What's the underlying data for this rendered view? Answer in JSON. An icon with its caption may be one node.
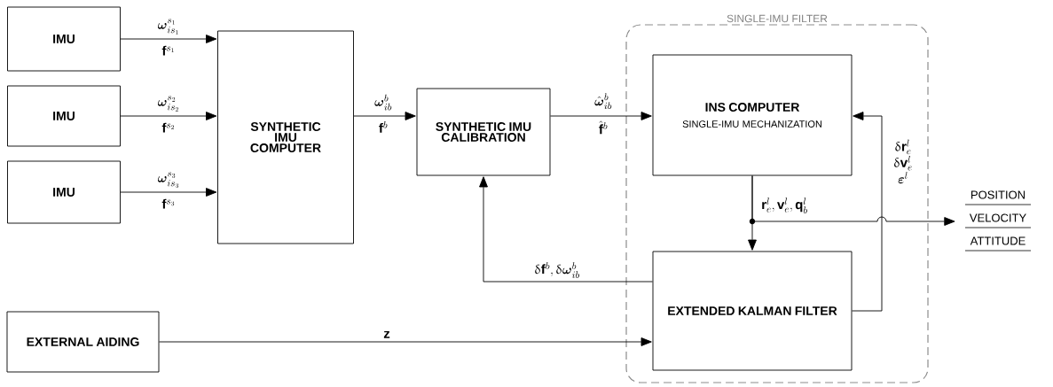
{
  "diagram": {
    "nodes": [
      {
        "text": [
          "IMU"
        ]
      },
      {
        "text": [
          "IMU"
        ]
      },
      {
        "text": [
          "IMU"
        ]
      },
      {
        "text": [
          "SYNTHETIC IMU COMPUTER"
        ]
      },
      {
        "text": [
          "SYNTHETIC IMU CALIBRATION"
        ]
      },
      {
        "text": [
          "SINGLE-IMU FILTER"
        ]
      },
      {
        "text": [
          "INS COMPUTER",
          "SINGLE-IMU MECHANIZATION"
        ],
        "in": 5
      },
      {
        "text": [
          "EXTENDED KALMAN FILTER"
        ],
        "in": 5
      },
      {
        "text": [
          "EXTERNAL AIDING"
        ]
      },
      {
        "text": [
          "POSITION VELOCITY ATTITUDE"
        ]
      }
    ],
    "edges": [
      {
        "from": 0,
        "to": 3,
        "arrow": "to",
        "label": "\\begin{array}{c}\\boldsymbol{\\omega}_{is_1}^{s_1}\\\\[12pt]\\mathbf{f}^{s_1}\\end{array}"
      },
      {
        "from": 1,
        "to": 3,
        "arrow": "to",
        "label": "\\begin{array}{c}\\boldsymbol{\\omega}_{is_2}^{s_2}\\\\[12pt]\\mathbf{f}^{s_2}\\end{array}"
      },
      {
        "from": 2,
        "to": 3,
        "arrow": "to",
        "label": "\\begin{array}{c}\\boldsymbol{\\omega}_{is_3}^{s_3}\\\\[12pt]\\mathbf{f}^{s_3}\\end{array}"
      },
      {
        "from": 3,
        "to": 4,
        "arrow": "to",
        "label": "\\begin{array}{c}\\boldsymbol{\\omega}_{ib}^{b}\\\\[12pt]\\mathbf{f}^{b}\\end{array}"
      },
      {
        "from": 4,
        "to": 6,
        "arrow": "to",
        "label": "\\begin{array}{c}\\hat{\\boldsymbol{\\omega}}_{ib}^{b}\\\\[12pt]\\hat{\\mathbf{f}}^{b}\\end{array}"
      },
      {
        "from": 6,
        "to": 7,
        "arrow": "to",
        "label": "\\mathbf{r}_e^l,\\mathbf{v}_e^l,\\mathbf{q}_b^l"
      },
      {
        "from": 6,
        "to": 9,
        "arrow": "to"
      },
      {
        "from": 7,
        "to": 4,
        "arrow": "to",
        "label": "\\updelta\\mathbf{f}^b,\\updelta\\boldsymbol{\\omega}_{ib}^b"
      },
      {
        "from": 7,
        "to": 6,
        "arrow": "to",
        "label": "\\begin{array}{c}\\updelta\\mathbf{r}_e^l\\\\\\updelta\\mathbf{v}_e^l\\\\\\boldsymbol{\\varepsilon}^l\\end{array}"
      },
      {
        "from": 8,
        "to": 7,
        "arrow": "to",
        "label": "\\mathbf{z}"
      }
    ]
  }
}
